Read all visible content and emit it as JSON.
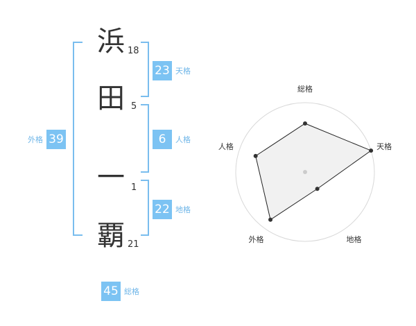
{
  "name": {
    "characters": [
      {
        "char": "浜",
        "strokes": "18"
      },
      {
        "char": "田",
        "strokes": "5"
      },
      {
        "char": "一",
        "strokes": "1"
      },
      {
        "char": "覇",
        "strokes": "21"
      }
    ]
  },
  "fortunes": {
    "tenkaku": {
      "value": "23",
      "label": "天格"
    },
    "jinkaku": {
      "value": "6",
      "label": "人格"
    },
    "chikaku": {
      "value": "22",
      "label": "地格"
    },
    "gaikaku": {
      "value": "39",
      "label": "外格"
    },
    "soukaku": {
      "value": "45",
      "label": "総格"
    }
  },
  "colors": {
    "accent": "#7cc3f3",
    "bracket": "#79bdee",
    "label": "#6fb6e8",
    "text": "#333333",
    "radar_fill": "#efefef",
    "radar_grid": "#d8d8d8"
  },
  "chart_data": {
    "type": "radar",
    "axes": [
      "総格",
      "天格",
      "地格",
      "外格",
      "人格"
    ],
    "values": [
      0.7,
      1.0,
      0.3,
      0.85,
      0.75
    ],
    "max": 1.0,
    "rings": 5
  }
}
